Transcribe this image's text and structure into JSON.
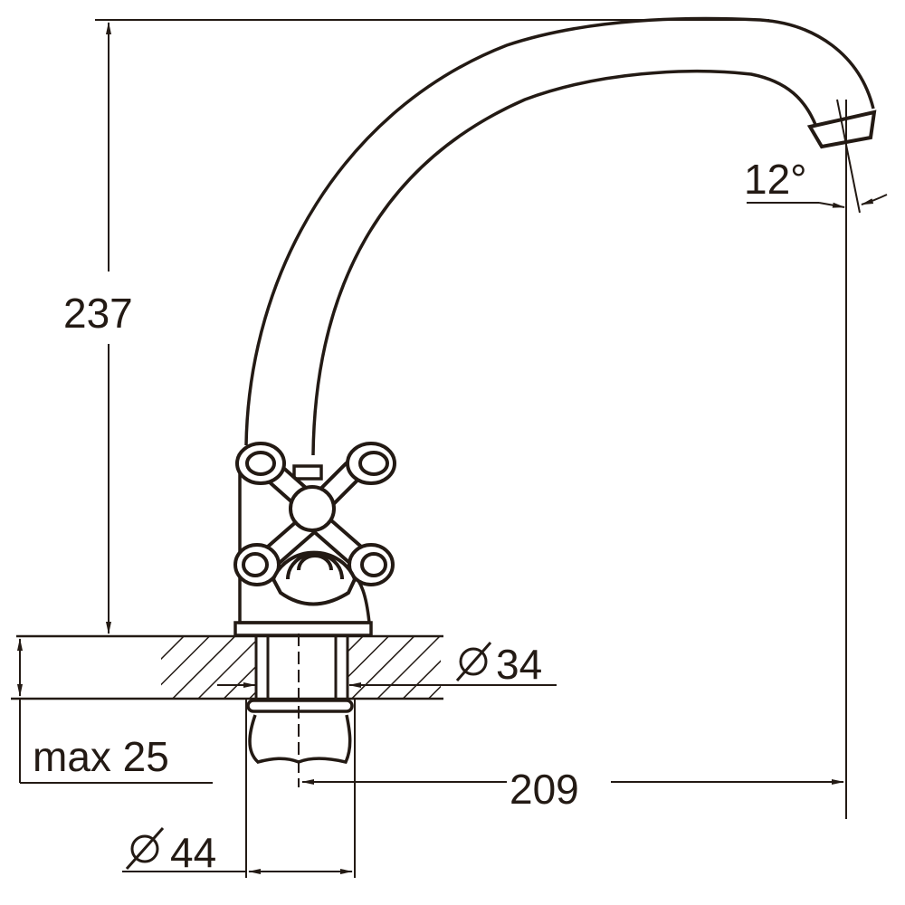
{
  "drawing": {
    "subject": "Two-handle kitchen faucet with swivel J-spout",
    "line_color": "#231a14",
    "background": "#ffffff"
  },
  "dimensions": {
    "height": {
      "value": "237",
      "label": "237"
    },
    "reach": {
      "value": "209",
      "label": "209"
    },
    "spout_angle": {
      "value": "12°",
      "label": "12°"
    },
    "mount_hole": {
      "symbol": "⌀",
      "value": "34",
      "label": "34"
    },
    "base_diameter": {
      "symbol": "⌀",
      "value": "44",
      "label": "44"
    },
    "max_countertop": {
      "label": "max 25"
    }
  }
}
